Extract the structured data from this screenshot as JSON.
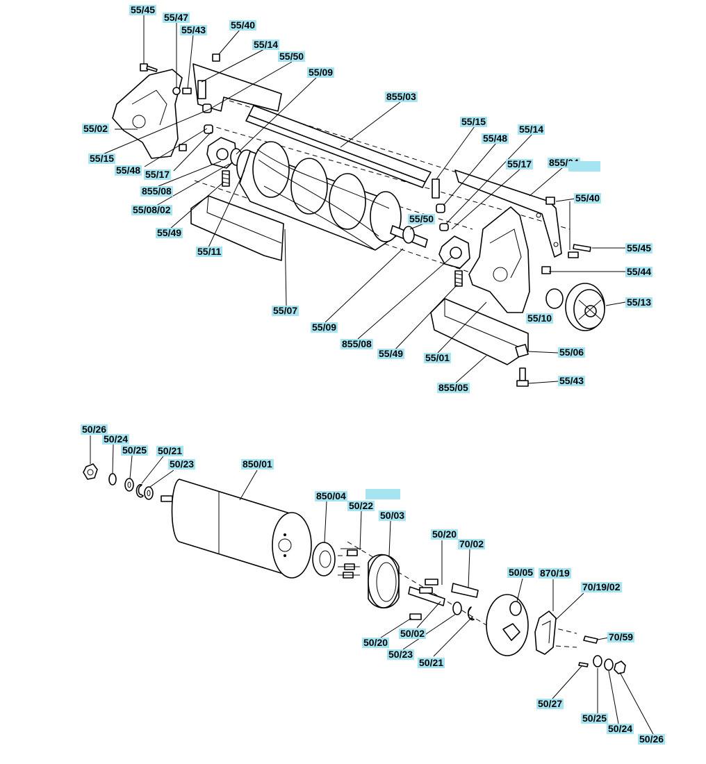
{
  "upper_assembly": {
    "labels": {
      "l_55_45a": "55/45",
      "l_55_47": "55/47",
      "l_55_43a": "55/43",
      "l_55_40a": "55/40",
      "l_55_14a": "55/14",
      "l_55_50a": "55/50",
      "l_55_09a": "55/09",
      "l_855_03": "855/03",
      "l_55_02": "55/02",
      "l_55_15a": "55/15",
      "l_55_48a": "55/48",
      "l_55_17a": "55/17",
      "l_855_08a": "855/08",
      "l_55_08_02": "55/08/02",
      "l_55_49a": "55/49",
      "l_55_11": "55/11",
      "l_55_07": "55/07",
      "l_55_09b": "55/09",
      "l_855_08b": "855/08",
      "l_55_49b": "55/49",
      "l_55_01": "55/01",
      "l_855_05": "855/05",
      "l_55_15b": "55/15",
      "l_55_48b": "55/48",
      "l_55_14b": "55/14",
      "l_55_17b": "55/17",
      "l_855_04": "855/04",
      "l_55_40b": "55/40",
      "l_55_45b": "55/45",
      "l_55_44": "55/44",
      "l_55_50b": "55/50",
      "l_55_13": "55/13",
      "l_55_10": "55/10",
      "l_55_06": "55/06",
      "l_55_43b": "55/43"
    }
  },
  "lower_assembly": {
    "labels": {
      "l_50_26a": "50/26",
      "l_50_24a": "50/24",
      "l_50_25a": "50/25",
      "l_50_21a": "50/21",
      "l_50_23a": "50/23",
      "l_850_01": "850/01",
      "l_850_04": "850/04",
      "l_50_22": "50/22",
      "l_50_03": "50/03",
      "l_50_20a": "50/20",
      "l_70_02": "70/02",
      "l_50_05": "50/05",
      "l_870_19": "870/19",
      "l_70_19_02": "70/19/02",
      "l_70_59": "70/59",
      "l_50_20b": "50/20",
      "l_50_02": "50/02",
      "l_50_23b": "50/23",
      "l_50_21b": "50/21",
      "l_50_27": "50/27",
      "l_50_25b": "50/25",
      "l_50_24b": "50/24",
      "l_50_26b": "50/26"
    }
  },
  "label_color": "#a6e4f2"
}
